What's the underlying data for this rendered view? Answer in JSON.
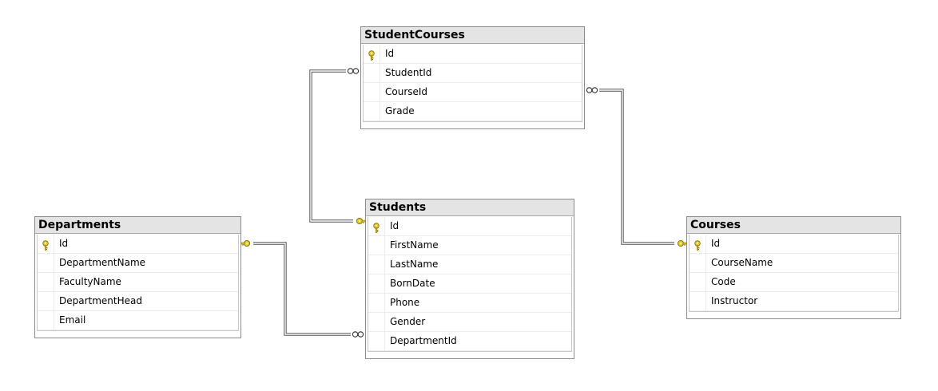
{
  "tables": {
    "student_courses": {
      "title": "StudentCourses",
      "columns": [
        {
          "name": "Id",
          "primary_key": true
        },
        {
          "name": "StudentId",
          "primary_key": false
        },
        {
          "name": "CourseId",
          "primary_key": false
        },
        {
          "name": "Grade",
          "primary_key": false
        }
      ]
    },
    "students": {
      "title": "Students",
      "columns": [
        {
          "name": "Id",
          "primary_key": true
        },
        {
          "name": "FirstName",
          "primary_key": false
        },
        {
          "name": "LastName",
          "primary_key": false
        },
        {
          "name": "BornDate",
          "primary_key": false
        },
        {
          "name": "Phone",
          "primary_key": false
        },
        {
          "name": "Gender",
          "primary_key": false
        },
        {
          "name": "DepartmentId",
          "primary_key": false
        }
      ]
    },
    "departments": {
      "title": "Departments",
      "columns": [
        {
          "name": "Id",
          "primary_key": true
        },
        {
          "name": "DepartmentName",
          "primary_key": false
        },
        {
          "name": "FacultyName",
          "primary_key": false
        },
        {
          "name": "DepartmentHead",
          "primary_key": false
        },
        {
          "name": "Email",
          "primary_key": false
        }
      ]
    },
    "courses": {
      "title": "Courses",
      "columns": [
        {
          "name": "Id",
          "primary_key": true
        },
        {
          "name": "CourseName",
          "primary_key": false
        },
        {
          "name": "Code",
          "primary_key": false
        },
        {
          "name": "Instructor",
          "primary_key": false
        }
      ]
    }
  },
  "relationships": [
    {
      "from_table": "student_courses",
      "from_end": "many",
      "to_table": "students",
      "to_end": "one"
    },
    {
      "from_table": "student_courses",
      "from_end": "many",
      "to_table": "courses",
      "to_end": "one"
    },
    {
      "from_table": "students",
      "from_end": "many",
      "to_table": "departments",
      "to_end": "one"
    }
  ],
  "colors": {
    "key_icon": "#e8c92a",
    "connector": "#555555",
    "header_background": "#e4e4e4",
    "border": "#8c8c8c"
  },
  "icons": {
    "primary_key": "key-icon",
    "one_end": "key-icon",
    "many_end": "infinity-icon"
  }
}
